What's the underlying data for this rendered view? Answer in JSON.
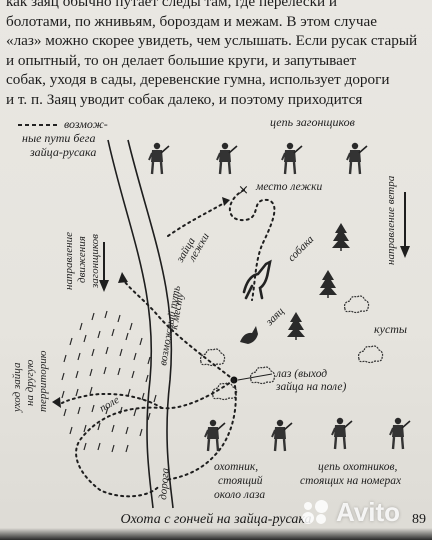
{
  "body_text": [
    "как заяц обычно путает следы там, где перелески и",
    "болотами, по жнивьям, бороздам и межам. В этом случае",
    "«лаз» можно скорее увидеть, чем услышать. Если русак старый",
    "и опытный, то он делает большие круги, и запутывает",
    "собак, уходя в сады, деревенские гумна, использует дороги",
    "и т. п. Заяц уводит собак далеко, и поэтому приходится"
  ],
  "diagram": {
    "legend": [
      "возмож-",
      "ные пути бега",
      "зайца-русака"
    ],
    "beaters_chain": "цепь загонщиков",
    "lair_place": "место лежки",
    "beaters_direction": [
      "направление",
      "движения",
      "загонщиков"
    ],
    "wind_direction": "направление ветра",
    "to_lair": [
      "зайца",
      "лежки"
    ],
    "possible_path": [
      "возможный путь",
      "к месту"
    ],
    "dog": "собака",
    "hare": "заяц",
    "bushes": "кусты",
    "field": "поле",
    "exit": [
      "уход зайца",
      "на другую",
      "территорию"
    ],
    "laz": [
      "лаз (выход",
      "зайца на поле)"
    ],
    "road": "дорога",
    "hunter_near": [
      "охотник,",
      "стоящий",
      "около лаза"
    ],
    "hunters_chain": [
      "цепь охотников,",
      "стоящих на номерах"
    ]
  },
  "caption": "Охота с гончей на зайца-русака",
  "page_number": "89",
  "watermark": "Avito"
}
